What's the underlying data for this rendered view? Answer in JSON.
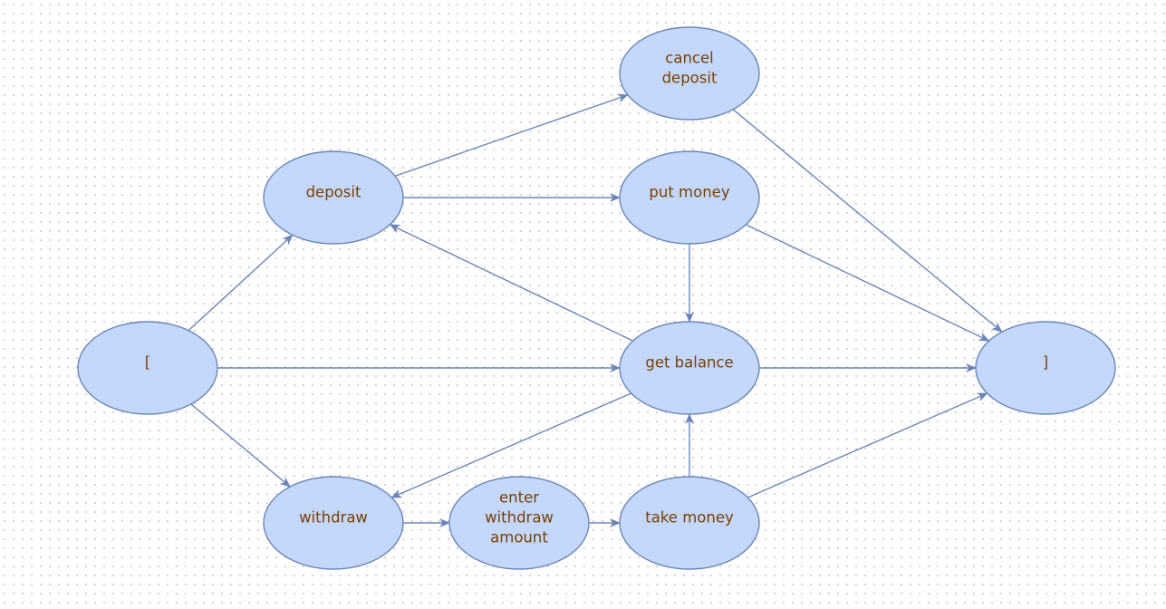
{
  "colors": {
    "node_fill": "#c3d8fc",
    "node_stroke": "#6b85b8",
    "node_text": "#7a3f00",
    "edge": "#6b85b8"
  },
  "nodes": [
    {
      "id": "start",
      "lines": [
        "["
      ]
    },
    {
      "id": "deposit",
      "lines": [
        "deposit"
      ]
    },
    {
      "id": "withdraw",
      "lines": [
        "withdraw"
      ]
    },
    {
      "id": "cancel_deposit",
      "lines": [
        "cancel",
        "deposit"
      ]
    },
    {
      "id": "put_money",
      "lines": [
        "put money"
      ]
    },
    {
      "id": "get_balance",
      "lines": [
        "get balance"
      ]
    },
    {
      "id": "enter_withdraw_amount",
      "lines": [
        "enter",
        "withdraw",
        "amount"
      ]
    },
    {
      "id": "take_money",
      "lines": [
        "take money"
      ]
    },
    {
      "id": "end",
      "lines": [
        "]"
      ]
    }
  ],
  "edges": [
    {
      "from": "start",
      "to": "deposit"
    },
    {
      "from": "start",
      "to": "get_balance"
    },
    {
      "from": "start",
      "to": "withdraw"
    },
    {
      "from": "deposit",
      "to": "cancel_deposit"
    },
    {
      "from": "deposit",
      "to": "put_money"
    },
    {
      "from": "put_money",
      "to": "get_balance"
    },
    {
      "from": "put_money",
      "to": "end"
    },
    {
      "from": "cancel_deposit",
      "to": "end"
    },
    {
      "from": "get_balance",
      "to": "deposit"
    },
    {
      "from": "get_balance",
      "to": "end"
    },
    {
      "from": "get_balance",
      "to": "withdraw"
    },
    {
      "from": "withdraw",
      "to": "enter_withdraw_amount"
    },
    {
      "from": "enter_withdraw_amount",
      "to": "take_money"
    },
    {
      "from": "take_money",
      "to": "get_balance"
    },
    {
      "from": "take_money",
      "to": "end"
    }
  ]
}
